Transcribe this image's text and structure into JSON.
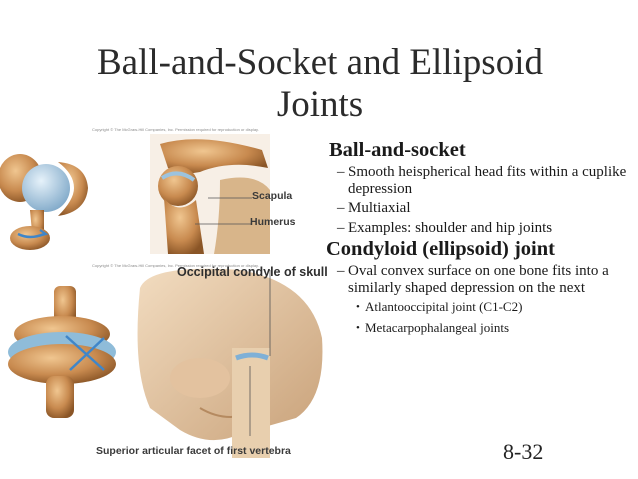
{
  "slide": {
    "title": "Ball-and-Socket and Ellipsoid Joints",
    "page_number": "8-32"
  },
  "figure_top": {
    "credit": "Copyright © The McGraw-Hill Companies, Inc. Permission required for reproduction or display.",
    "labels": {
      "scapula": "Scapula",
      "humerus": "Humerus",
      "occipital": "Occipital condyle of skull"
    }
  },
  "figure_bottom": {
    "credit": "Copyright © The McGraw-Hill Companies, Inc. Permission required for reproduction or display.",
    "labels": {
      "facet": "Superior articular facet of first vertebra"
    }
  },
  "sections": [
    {
      "heading": "Ball-and-socket",
      "bullets": [
        {
          "text": "Smooth heispherical head fits within a cuplike depression"
        },
        {
          "text": "Multiaxial"
        },
        {
          "text": "Examples: shoulder and hip joints"
        }
      ]
    },
    {
      "heading": "Condyloid (ellipsoid) joint",
      "bullets": [
        {
          "text": "Oval convex surface on one bone fits into a similarly shaped depression on the next",
          "sub": [
            "Atlantooccipital joint (C1-C2)",
            "Metacarpophalangeal joints"
          ]
        }
      ]
    }
  ],
  "colors": {
    "bone": "#c88a4f",
    "cartilage": "#9cc3de",
    "arrow": "#4a8fcf"
  }
}
